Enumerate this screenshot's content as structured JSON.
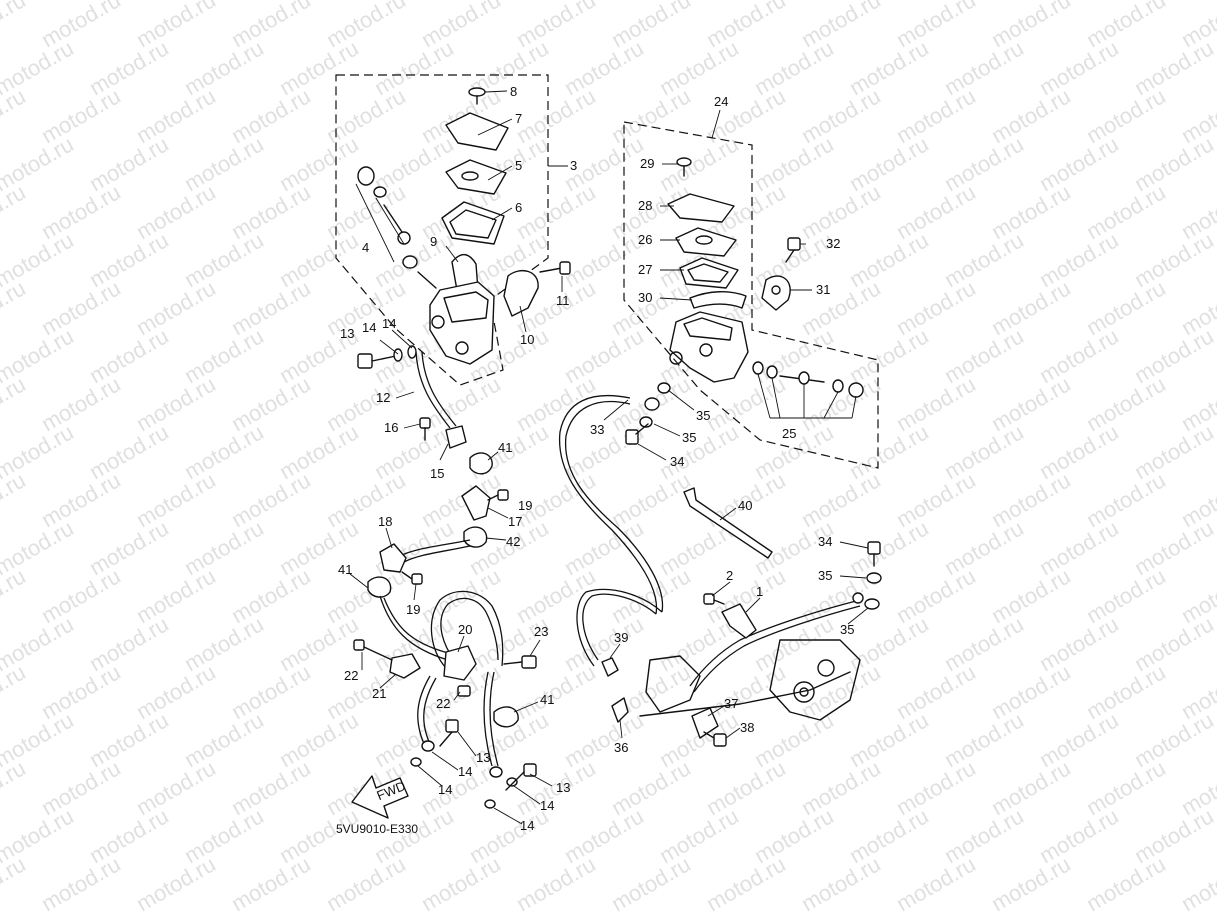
{
  "watermark": {
    "text": "motod.ru",
    "color": "#c8c8c8"
  },
  "drawing_code": "5VU9010-E330",
  "fwd_label": "FWD",
  "callouts": {
    "c1": "1",
    "c2": "2",
    "c3": "3",
    "c4": "4",
    "c5": "5",
    "c6": "6",
    "c7": "7",
    "c8": "8",
    "c9": "9",
    "c10": "10",
    "c11": "11",
    "c12": "12",
    "c13a": "13",
    "c14a": "14",
    "c14b": "14",
    "c15": "15",
    "c16": "16",
    "c17": "17",
    "c18": "18",
    "c19a": "19",
    "c19b": "19",
    "c20": "20",
    "c21": "21",
    "c22a": "22",
    "c22b": "22",
    "c23": "23",
    "c24": "24",
    "c25": "25",
    "c26": "26",
    "c27": "27",
    "c28": "28",
    "c29": "29",
    "c30": "30",
    "c31": "31",
    "c32": "32",
    "c33": "33",
    "c34a": "34",
    "c34b": "34",
    "c35a": "35",
    "c35b": "35",
    "c35c": "35",
    "c35d": "35",
    "c36": "36",
    "c37": "37",
    "c38": "38",
    "c39": "39",
    "c40": "40",
    "c41a": "41",
    "c41b": "41",
    "c41c": "41",
    "c42": "42",
    "c13b": "13",
    "c13c": "13",
    "c14c": "14",
    "c14d": "14",
    "c14e": "14",
    "c14f": "14"
  }
}
